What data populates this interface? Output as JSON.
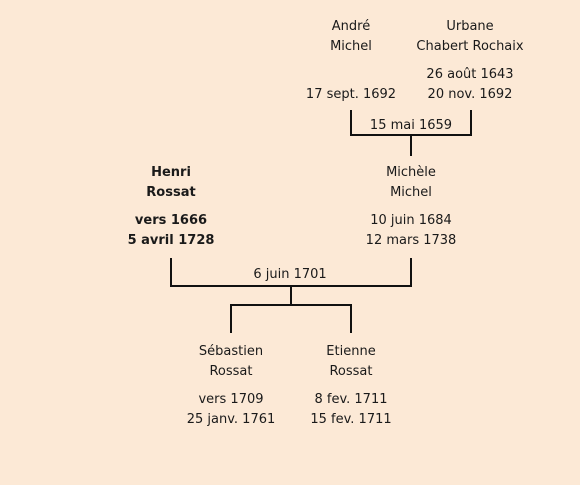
{
  "people": {
    "andre": {
      "first": "André",
      "last": "Michel",
      "birth": "",
      "death": "17 sept. 1692"
    },
    "urbane": {
      "first": "Urbane",
      "last": "Chabert Rochaix",
      "birth": "26 août 1643",
      "death": "20 nov. 1692"
    },
    "henri": {
      "first": "Henri",
      "last": "Rossat",
      "birth": "vers 1666",
      "death": "5 avril 1728"
    },
    "michele": {
      "first": "Michèle",
      "last": "Michel",
      "birth": "10 juin 1684",
      "death": "12 mars 1738"
    },
    "sebastien": {
      "first": "Sébastien",
      "last": "Rossat",
      "birth": "vers 1709",
      "death": "25 janv. 1761"
    },
    "etienne": {
      "first": "Etienne",
      "last": "Rossat",
      "birth": "8 fev. 1711",
      "death": "15 fev. 1711"
    }
  },
  "marriages": {
    "andre_urbane": "15 mai 1659",
    "henri_michele": "6 juin 1701"
  }
}
